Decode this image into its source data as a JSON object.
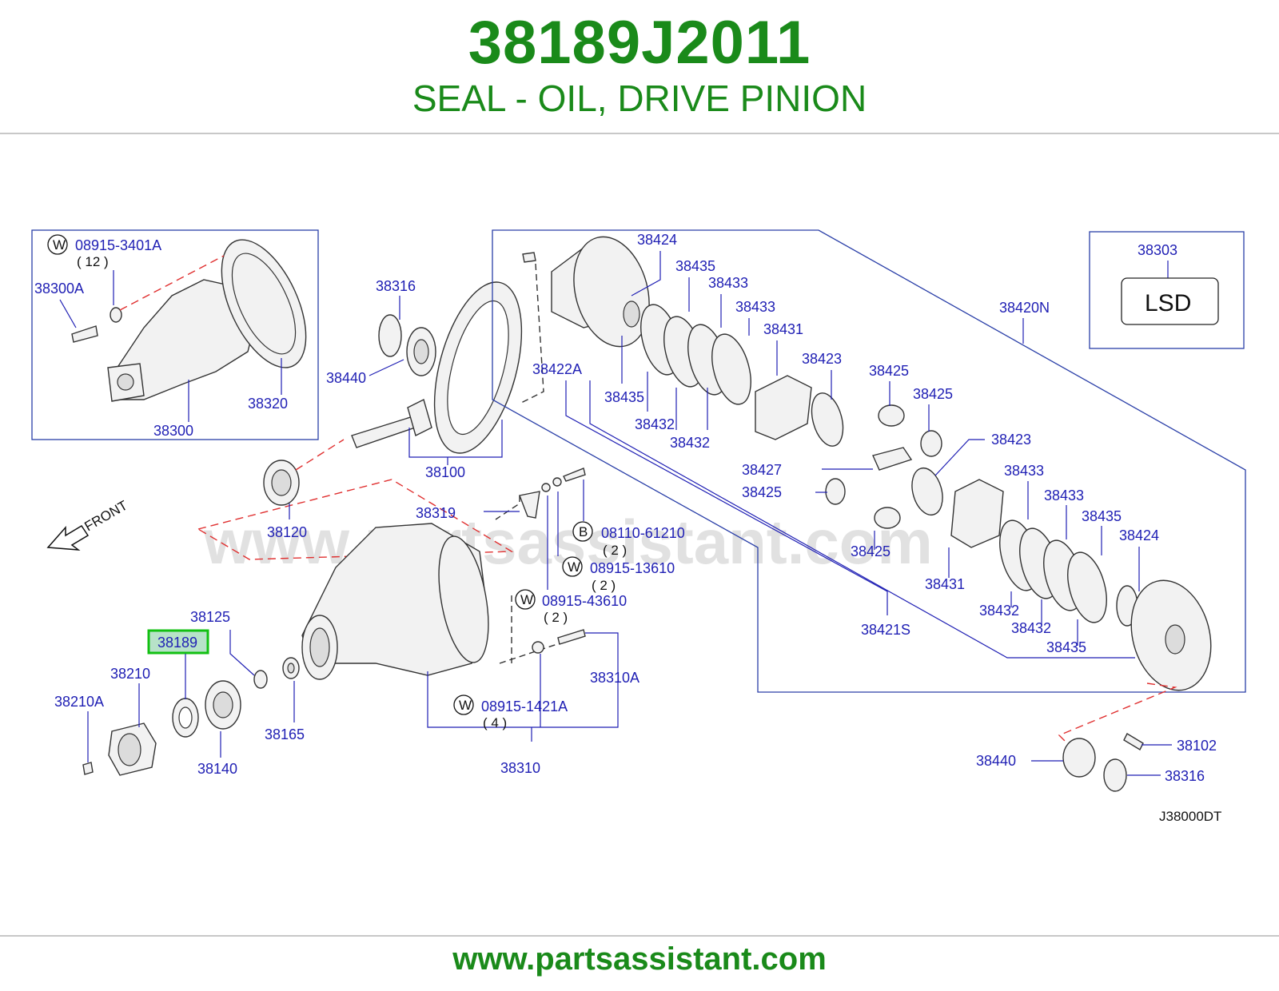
{
  "header": {
    "part_number": "38189J2011",
    "description": "SEAL - OIL, DRIVE PINION"
  },
  "footer": {
    "url": "www.partsassistant.com"
  },
  "diagram": {
    "watermark": "www.partsassistant.com",
    "code": "J38000DT",
    "front_label": "FRONT",
    "lsd_ref": "38303",
    "lsd_label": "LSD",
    "highlighted_part": "38189",
    "labels": {
      "p08915_3401A": "08915-3401A",
      "q12": "( 12 )",
      "p38300A": "38300A",
      "p38320": "38320",
      "p38300": "38300",
      "p38316a": "38316",
      "p38440a": "38440",
      "p38100": "38100",
      "p38120": "38120",
      "p38319": "38319",
      "p08110_61210": "08110-61210",
      "q2a": "( 2 )",
      "p08915_13610": "08915-13610",
      "q2b": "( 2 )",
      "p08915_43610": "08915-43610",
      "q2c": "( 2 )",
      "p38125": "38125",
      "p38189": "38189",
      "p38210": "38210",
      "p38210A": "38210A",
      "p38140": "38140",
      "p38165": "38165",
      "p38310A": "38310A",
      "p08915_1421A": "08915-1421A",
      "q4": "( 4 )",
      "p38310": "38310",
      "p38424a": "38424",
      "p38435a": "38435",
      "p38433a": "38433",
      "p38433b": "38433",
      "p38431a": "38431",
      "p38423a": "38423",
      "p38422A": "38422A",
      "p38435b": "38435",
      "p38432a": "38432",
      "p38432b": "38432",
      "p38425a": "38425",
      "p38425b": "38425",
      "p38423b": "38423",
      "p38427": "38427",
      "p38425c": "38425",
      "p38425d": "38425",
      "p38433c": "38433",
      "p38433d": "38433",
      "p38435c": "38435",
      "p38424b": "38424",
      "p38431b": "38431",
      "p38432c": "38432",
      "p38432d": "38432",
      "p38435d": "38435",
      "p38421S": "38421S",
      "p38420N": "38420N",
      "p38102": "38102",
      "p38440b": "38440",
      "p38316b": "38316"
    },
    "badges": {
      "w1": "W",
      "b1": "B",
      "w2": "W",
      "w3": "W",
      "w4": "W"
    }
  }
}
